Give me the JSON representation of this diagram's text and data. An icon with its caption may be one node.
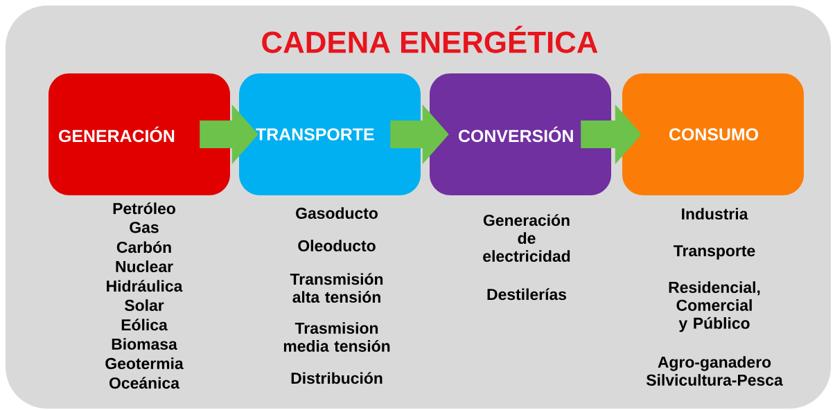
{
  "diagram": {
    "title": "CADENA ENERGÉTICA",
    "nodes": [
      {
        "text": [
          "GENERACIÓN"
        ],
        "beside": [
          "Petróleo",
          "Gas",
          "Carbón",
          "Nuclear",
          "Hidráulica",
          "Solar",
          "Eólica",
          "Biomasa",
          "Geotermia",
          "Oceánica"
        ]
      },
      {
        "text": [
          "TRANSPORTE"
        ],
        "beside": [
          "Gasoducto",
          "Oleoducto",
          "Transmisión alta tensión",
          "Trasmision media tensión",
          "Distribución"
        ]
      },
      {
        "text": [
          "CONVERSIÓN"
        ],
        "beside": [
          "Generación de electricidad",
          "Destilerías"
        ]
      },
      {
        "text": [
          "CONSUMO"
        ],
        "beside": [
          "Industria",
          "Transporte",
          "Residencial, Comercial y Público",
          "Agro-ganadero Silvicultura-Pesca"
        ]
      }
    ],
    "edges": [
      {
        "from": 0,
        "to": 1,
        "arrow": "to"
      },
      {
        "from": 1,
        "to": 2,
        "arrow": "to"
      },
      {
        "from": 2,
        "to": 3,
        "arrow": "to"
      }
    ]
  }
}
